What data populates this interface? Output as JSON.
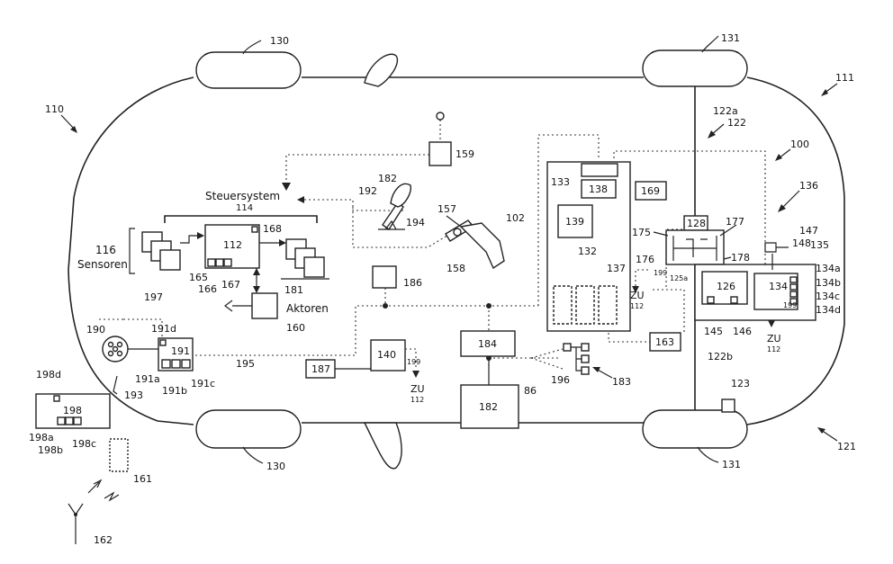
{
  "labels": {
    "l130_top": "130",
    "l130_bot": "130",
    "l131_top": "131",
    "l131_bot": "131",
    "l110": "110",
    "l111": "111",
    "l121": "121",
    "l122a": "122a",
    "l122": "122",
    "l122b": "122b",
    "l100": "100",
    "l136": "136",
    "l159": "159",
    "l192": "192",
    "l182_ped": "182",
    "l194": "194",
    "l157": "157",
    "l102": "102",
    "l158": "158",
    "l_steuer": "Steuersystem",
    "l114": "114",
    "l168": "168",
    "l112": "112",
    "l116": "116",
    "l_sensoren": "Sensoren",
    "l165": "165",
    "l166": "166",
    "l167": "167",
    "l181": "181",
    "l_aktoren": "Aktoren",
    "l197": "197",
    "l191d": "191d",
    "l160": "160",
    "l186": "186",
    "l190": "190",
    "l191": "191",
    "l191a": "191a",
    "l191b": "191b",
    "l191c": "191c",
    "l195": "195",
    "l187": "187",
    "l140": "140",
    "l199a": "199",
    "l_zu1": "ZU",
    "l_zu1n": "112",
    "l184": "184",
    "l182": "182",
    "l86": "86",
    "l196": "196",
    "l183": "183",
    "l133": "133",
    "l138": "138",
    "l169": "169",
    "l139": "139",
    "l132": "132",
    "l137": "137",
    "l163": "163",
    "l128": "128",
    "l175": "175",
    "l177": "177",
    "l176": "176",
    "l178": "178",
    "l199b": "199",
    "l125a": "125a",
    "l_zu2": "ZU",
    "l_zu2n": "112",
    "l126": "126",
    "l145": "145",
    "l146": "146",
    "l147": "147",
    "l148": "148",
    "l135": "135",
    "l134": "134",
    "l134a": "134a",
    "l134b": "134b",
    "l134c": "134c",
    "l134d": "134d",
    "l199c": "199",
    "l_zu3": "ZU",
    "l_zu3n": "112",
    "l123": "123",
    "l198d": "198d",
    "l198": "198",
    "l198a": "198a",
    "l198b": "198b",
    "l198c": "198c",
    "l193": "193",
    "l161": "161",
    "l162": "162"
  }
}
